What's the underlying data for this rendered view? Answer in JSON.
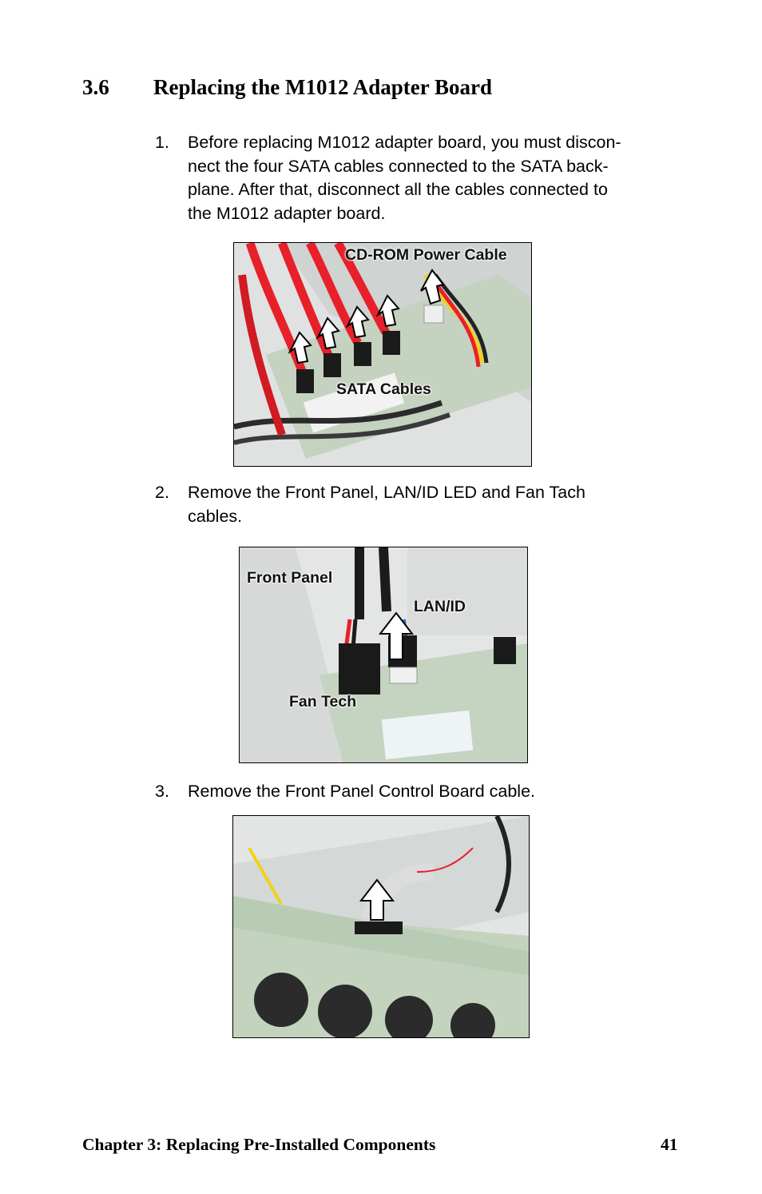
{
  "section": {
    "number": "3.6",
    "title": "Replacing the M1012 Adapter Board"
  },
  "steps": [
    {
      "number": "1.",
      "lines": [
        "Before replacing M1012 adapter board, you must discon-",
        "nect the four SATA cables connected to the SATA back-",
        "plane. After that, disconnect all the cables connected to",
        "the M1012 adapter board."
      ]
    },
    {
      "number": "2.",
      "lines": [
        "Remove the Front Panel, LAN/ID LED and Fan Tach",
        "cables."
      ]
    },
    {
      "number": "3.",
      "lines": [
        "Remove the Front Panel Control Board cable."
      ]
    }
  ],
  "figures": {
    "fig1": {
      "label_power": "CD-ROM Power Cable",
      "label_sata": "SATA Cables"
    },
    "fig2": {
      "label_front": "Front Panel",
      "label_lan": "LAN/ID",
      "label_fan": "Fan Tech"
    },
    "fig3": {}
  },
  "footer": {
    "chapter": "Chapter 3: Replacing Pre-Installed Components",
    "page": "41"
  },
  "colors": {
    "sata_red": "#e8202a",
    "board_green": "#b8ccb4",
    "chassis_gray": "#d9dcdc",
    "arrow_fill": "#ffffff"
  }
}
